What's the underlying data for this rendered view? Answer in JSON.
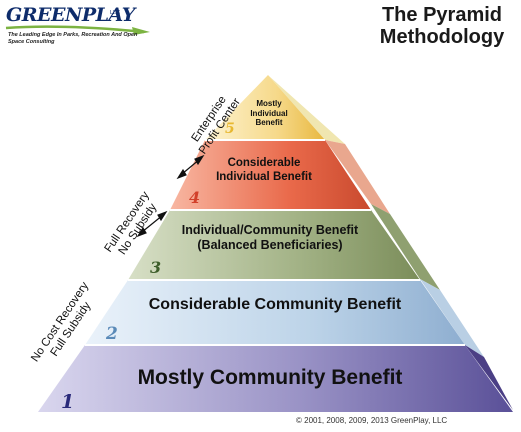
{
  "logo": {
    "name": "GREENPLAY",
    "llc": "LLC",
    "tagline": "The Leading Edge In Parks, Recreation And Open Space Consulting"
  },
  "title": {
    "line1": "The Pyramid",
    "line2": "Methodology"
  },
  "tiers": [
    {
      "number": "1",
      "label": "Mostly Community Benefit",
      "number_color": "#2a2a7a"
    },
    {
      "number": "2",
      "label": "Considerable Community Benefit",
      "number_color": "#5a8ab8"
    },
    {
      "number": "3",
      "label": "Individual/Community Benefit (Balanced Beneficiaries)",
      "number_color": "#3d5e2a"
    },
    {
      "number": "4",
      "label": "Considerable Individual Benefit",
      "number_color": "#d2402a"
    },
    {
      "number": "5",
      "label": "Mostly Individual Benefit",
      "number_color": "#e8b830"
    }
  ],
  "side_labels": [
    {
      "line1": "No Cost Recovery",
      "line2": "Full Subsidy"
    },
    {
      "line1": "Full Recovery",
      "line2": "No Subsidy"
    },
    {
      "line1": "Enterprise",
      "line2": "Profit Center"
    }
  ],
  "colors": {
    "tier1_front": "#9a93c6",
    "tier2_front": "#bcd3e8",
    "tier3_front": "#a1b184",
    "tier4_front": "#e9694a",
    "tier5_front": "#f6d98a",
    "logo_blue": "#0e2c6b",
    "logo_green": "#7cb342"
  },
  "copyright": "© 2001, 2008, 2009, 2013 GreenPlay, LLC"
}
